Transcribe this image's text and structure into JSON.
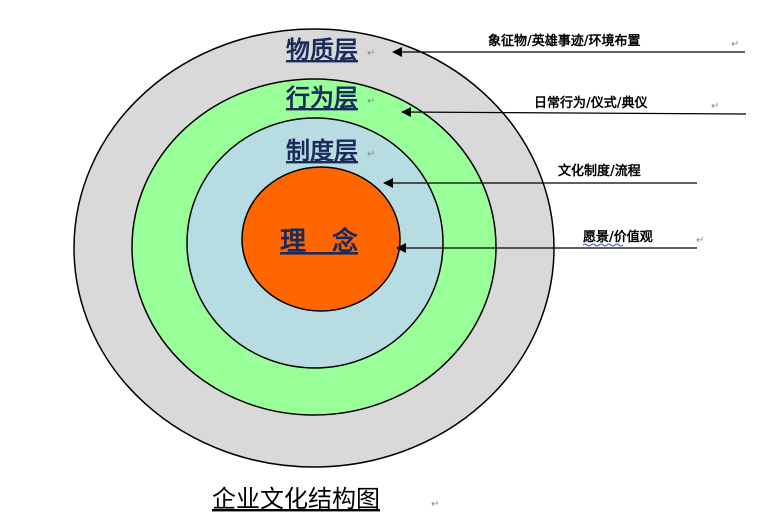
{
  "layers": {
    "physical": {
      "name": "物质层",
      "annotation": "象征物/英雄事迹/环境布置",
      "color": "#d9d9d9"
    },
    "behavior": {
      "name": "行为层",
      "annotation": "日常行为/仪式/典仪",
      "color": "#99ff99"
    },
    "system": {
      "name": "制度层",
      "annotation": "文化制度/流程",
      "color": "#b7dde3"
    },
    "core": {
      "name": "理　念",
      "annotation": "愿景/价值观",
      "color": "#ff6600"
    }
  },
  "caption": "企业文化结构图",
  "paragraph_mark": "↵"
}
